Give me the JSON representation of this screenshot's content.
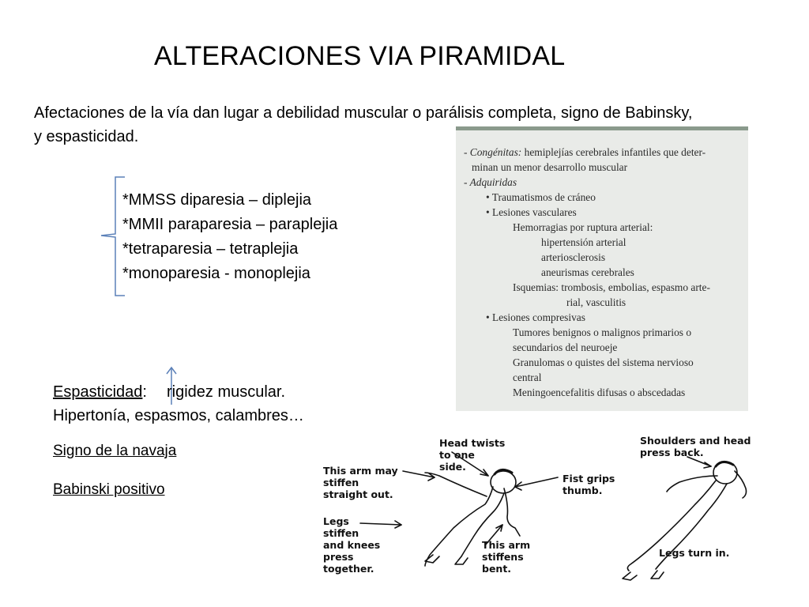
{
  "title": "ALTERACIONES VIA PIRAMIDAL",
  "intro": "Afectaciones de la vía dan lugar a debilidad muscular o parálisis completa, signo de Babinsky, y espasticidad.",
  "types": [
    "*MMSS diparesia – diplejia",
    "*MMII paraparesia – paraplejia",
    "*tetraparesia – tetraplejia",
    "*monoparesia - monoplejia"
  ],
  "causes_scan": {
    "congenitas_label": "- Congénitas:",
    "congenitas_text_1": "hemiplejías cerebrales infantiles que deter-",
    "congenitas_text_2": "minan un menor desarrollo muscular",
    "adquiridas_label": "- Adquiridas",
    "trauma": "• Traumatismos de cráneo",
    "vasculares": "• Lesiones vasculares",
    "hemorragias": "Hemorragias por ruptura arterial:",
    "hipertension": "hipertensión arterial",
    "arterioesclerosis": "arteriosclerosis",
    "aneurismas": "aneurismas cerebrales",
    "isquemias_1": "Isquemias: trombosis, embolias, espasmo arte-",
    "isquemias_2": "rial, vasculitis",
    "compresivas": "• Lesiones compresivas",
    "tumores_1": "Tumores benignos o malignos primarios o",
    "tumores_2": "secundarios del neuroeje",
    "granulomas_1": "Granulomas o quistes del sistema nervioso",
    "granulomas_2": "central",
    "meningo": "Meningoencefalitis difusas o abscedadas"
  },
  "espasticidad": {
    "label": "Espasticidad",
    "colon": ":",
    "rigidez": "rigidez muscular.",
    "line2": "Hipertonía, espasmos, calambres…"
  },
  "navaja": "Signo de la navaja",
  "babinski": "Babinski positivo",
  "figure_labels": {
    "head_twists": [
      "Head twists",
      "to one",
      "side."
    ],
    "arm_stiffen_out": [
      "This arm may",
      "stiffen",
      "straight out."
    ],
    "fist_grips": [
      "Fist grips",
      "thumb."
    ],
    "legs_stiffen": [
      "Legs",
      "stiffen",
      "and knees",
      "press",
      "together."
    ],
    "arm_bent": [
      "This arm",
      "stiffens",
      "bent."
    ],
    "shoulders_head": [
      "Shoulders and head",
      "press back."
    ],
    "legs_turn_in": [
      "Legs turn in."
    ]
  }
}
